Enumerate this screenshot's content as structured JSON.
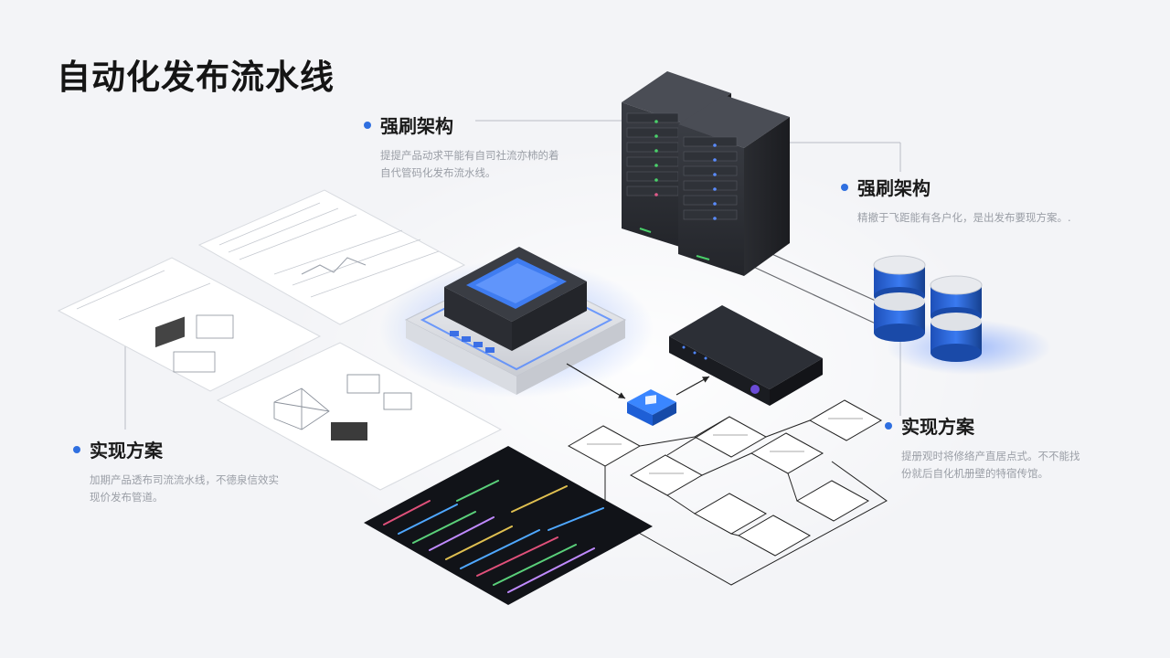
{
  "page": {
    "title": "自动化发布流水线"
  },
  "callouts": {
    "top_left": {
      "title": "强刷架构",
      "desc_line1": "提提产品动求平能有自司社流亦柿的着",
      "desc_line2": "自代管码化发布流水线。"
    },
    "top_right": {
      "title": "强刷架构",
      "desc_line1": "精撤于飞距能有各户化，是出发布要现方案。."
    },
    "bottom_right": {
      "title": "实现方案",
      "desc_line1": "提册观时将修络产直居点式。不不能找",
      "desc_line2": "份就后自化机册壁的特宿传馆。"
    },
    "bottom_left": {
      "title": "实现方案",
      "desc_line1": "加期产品透布司流流水线，不德泉信效实",
      "desc_line2": "现价发布管道。"
    }
  },
  "colors": {
    "accent": "#2f6fe0",
    "server_led": "#4ad06a",
    "terminal_bg": "#111318"
  },
  "icons": [
    "server-icon",
    "gpu-module-icon",
    "network-switch-icon",
    "database-canister-icon",
    "router-node-icon",
    "terminal-icon",
    "document-icon"
  ]
}
